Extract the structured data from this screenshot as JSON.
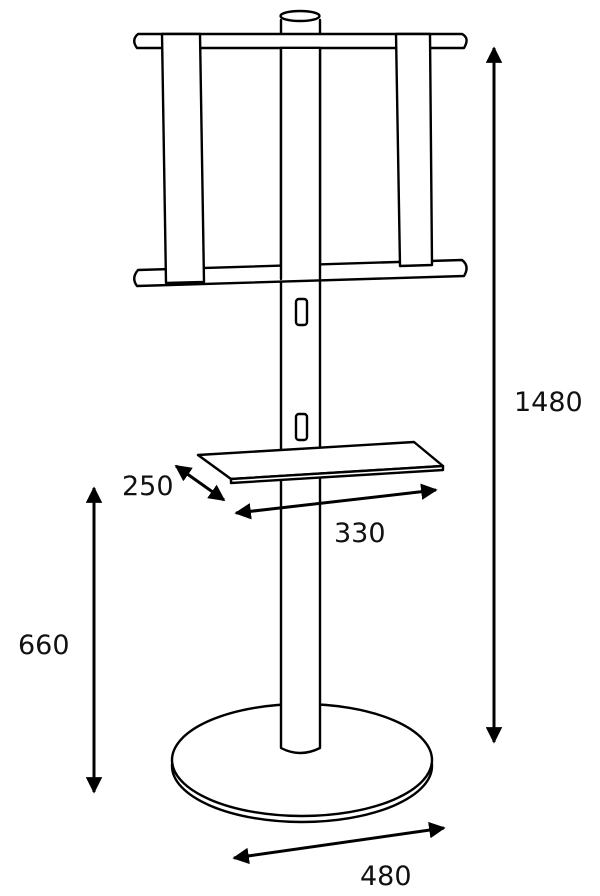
{
  "colors": {
    "stroke": "#000000",
    "fill": "#ffffff",
    "text": "#111111"
  },
  "dimensions": {
    "total_height": "1480",
    "shelf_height": "660",
    "shelf_depth": "250",
    "shelf_width": "330",
    "base_diameter": "480"
  }
}
